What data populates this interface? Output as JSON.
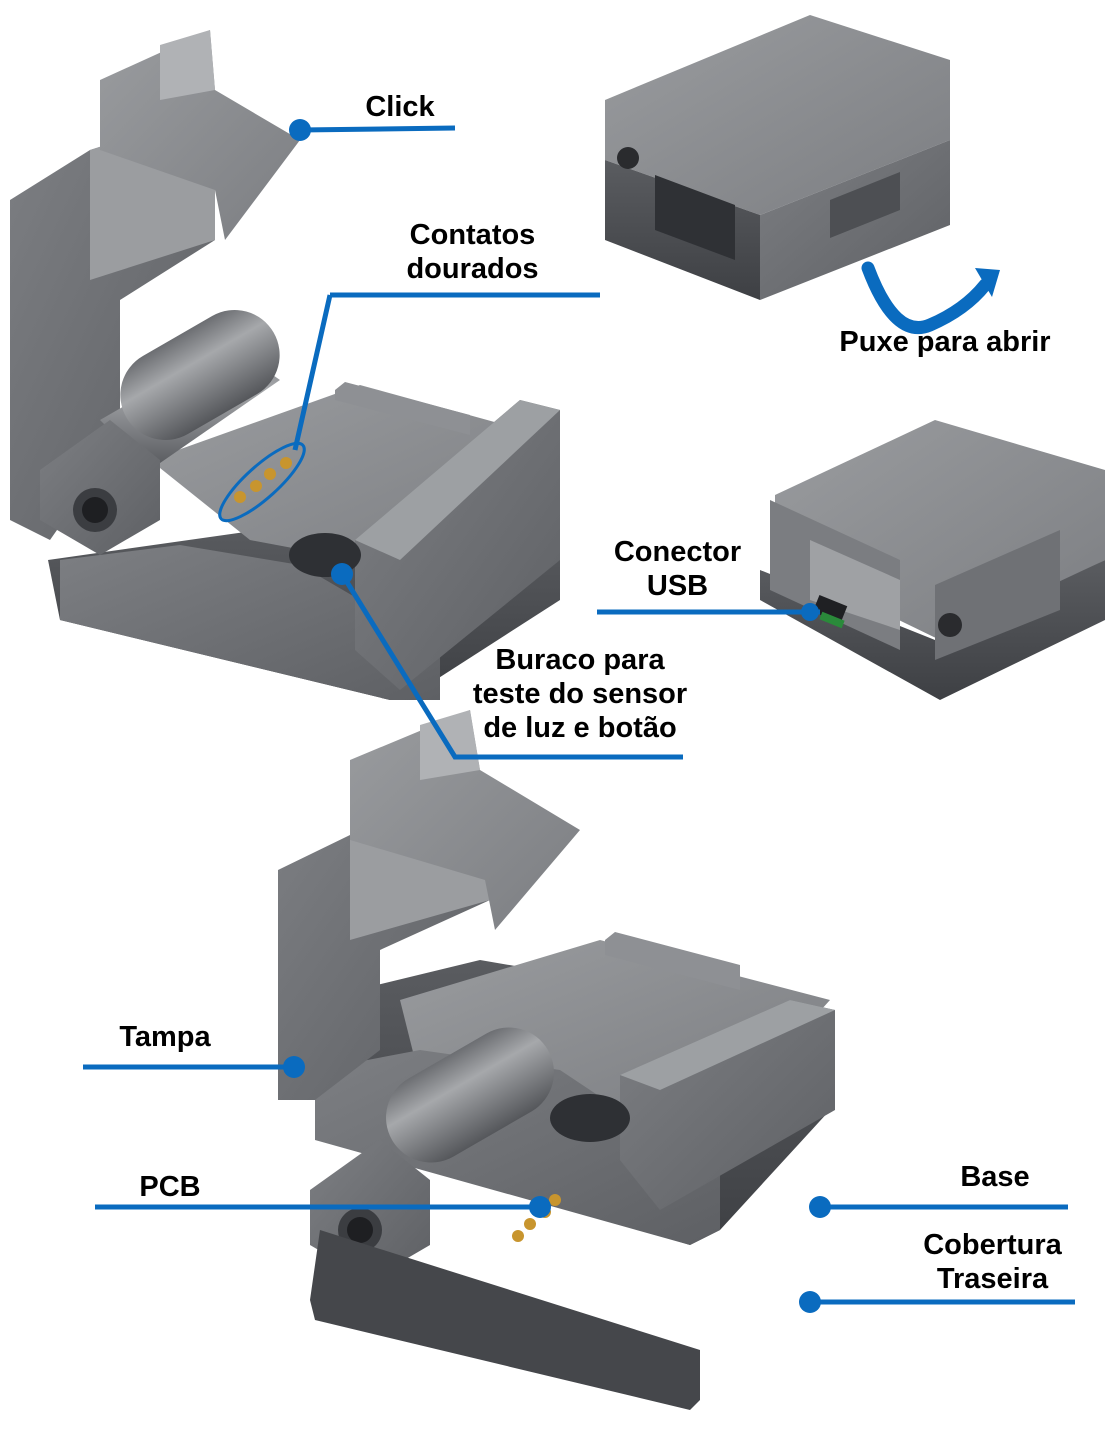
{
  "colors": {
    "leader": "#0a6bbf",
    "dot": "#0a6bbf",
    "arrow": "#0a6bbf",
    "part_light": "#8f9194",
    "part_mid": "#6f7175",
    "part_dark": "#4a4c50",
    "contact_gold": "#c8952e"
  },
  "labels": {
    "click": "Click",
    "contatos_line1": "Contatos",
    "contatos_line2": "dourados",
    "puxe": "Puxe para abrir",
    "conector_line1": "Conector",
    "conector_line2": "USB",
    "buraco_line1": "Buraco para",
    "buraco_line2": "teste do sensor",
    "buraco_line3": "de luz e botão",
    "tampa": "Tampa",
    "pcb": "PCB",
    "base": "Base",
    "cobertura_line1": "Cobertura",
    "cobertura_line2": "Traseira"
  },
  "icons": {
    "open_arrow": "curved-arrow-icon",
    "usb_port": "mini-usb-port-icon",
    "screw": "screw-head-icon"
  }
}
